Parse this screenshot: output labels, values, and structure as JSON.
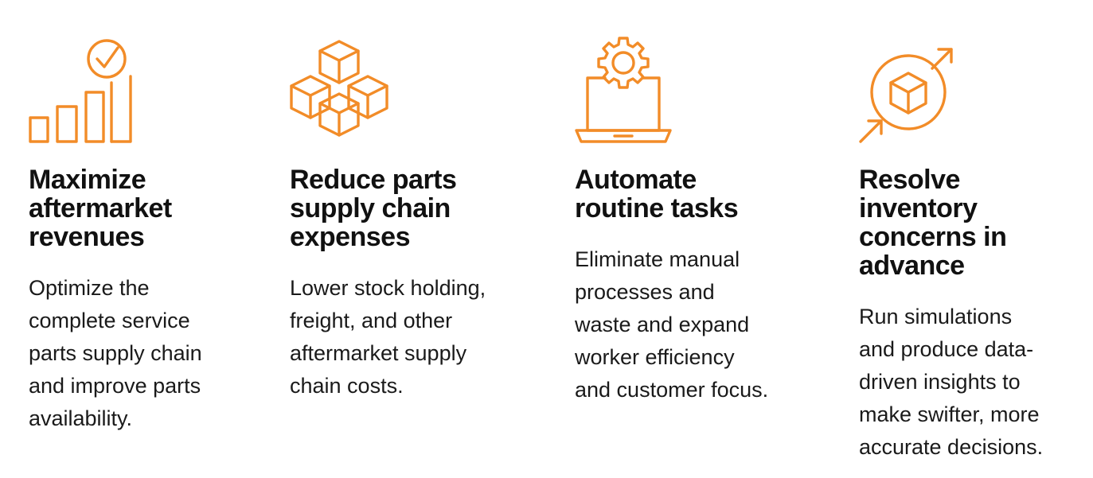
{
  "accent_color": "#F28C28",
  "features": [
    {
      "icon": "growth-chart-check-icon",
      "title": "Maximize\naftermarket\nrevenues",
      "description": "Optimize the\ncomplete service\nparts supply chain\nand improve parts\navailability."
    },
    {
      "icon": "stacked-boxes-icon",
      "title": "Reduce parts\nsupply chain\nexpenses",
      "description": "Lower stock holding,\nfreight, and other\naftermarket supply\nchain costs."
    },
    {
      "icon": "laptop-gear-icon",
      "title": "Automate\nroutine tasks",
      "description": "Eliminate manual\nprocesses and\nwaste and expand\nworker efficiency\nand customer focus."
    },
    {
      "icon": "box-arrows-circle-icon",
      "title": "Resolve\ninventory\nconcerns in\nadvance",
      "description": "Run simulations\nand produce data-\ndriven insights to\nmake swifter, more\naccurate decisions."
    }
  ]
}
